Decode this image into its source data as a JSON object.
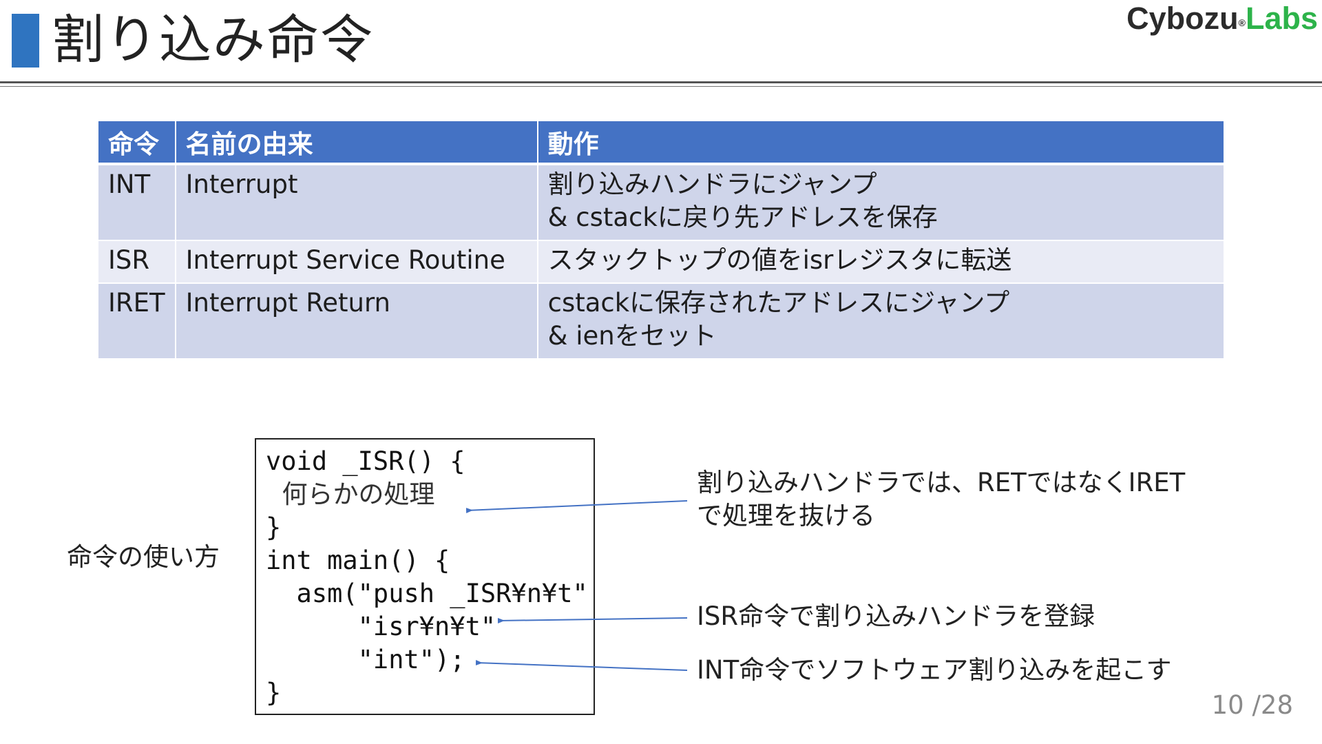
{
  "slide": {
    "title": "割り込み命令",
    "logo": {
      "brand": "Cybozu",
      "mark": "®",
      "suffix": "Labs",
      "brand_color": "#2b2b2b",
      "suffix_color": "#2db34a"
    },
    "page": {
      "current": "10",
      "separator": "/",
      "total": "28"
    }
  },
  "table": {
    "header_color": "#4472c4",
    "headers": [
      "命令",
      "名前の由来",
      "動作"
    ],
    "rows": [
      {
        "cmd": "INT",
        "origin": "Interrupt",
        "action": [
          "割り込みハンドラにジャンプ",
          "& cstackに戻り先アドレスを保存"
        ]
      },
      {
        "cmd": "ISR",
        "origin": "Interrupt Service Routine",
        "action": [
          "スタックトップの値をisrレジスタに転送"
        ]
      },
      {
        "cmd": "IRET",
        "origin": "Interrupt Return",
        "action": [
          "cstackに保存されたアドレスにジャンプ",
          "& ienをセット"
        ]
      }
    ]
  },
  "usage": {
    "label": "命令の使い方",
    "code": [
      "void _ISR() {",
      "  何らかの処理",
      "}",
      "int main() {",
      "  asm(\"push _ISR¥n¥t\"",
      "      \"isr¥n¥t\"",
      "      \"int\");",
      "}"
    ],
    "notes": {
      "iret": [
        "割り込みハンドラでは、RETではなくIRET",
        "で処理を抜ける"
      ],
      "isr": "ISR命令で割り込みハンドラを登録",
      "int": "INT命令でソフトウェア割り込みを起こす"
    },
    "arrow_color": "#4472c4"
  }
}
